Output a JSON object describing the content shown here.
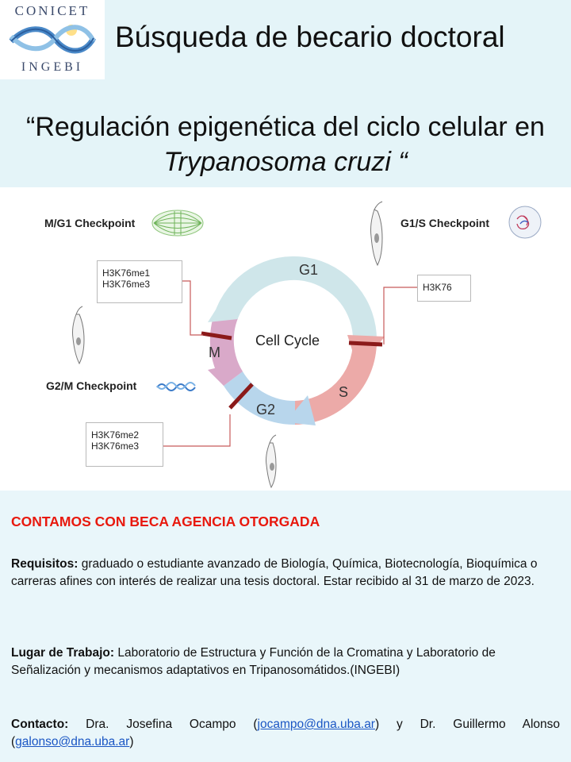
{
  "header": {
    "logo_top": "CONICET",
    "logo_bottom": "INGEBI",
    "title": "Búsqueda de becario doctoral",
    "subtitle_line1": "“Regulación epigenética del ciclo celular en",
    "subtitle_line2": "Trypanosoma cruzi “"
  },
  "figure": {
    "center_label": "Cell Cycle",
    "phases": {
      "g1": "G1",
      "s": "S",
      "g2": "G2",
      "m": "M"
    },
    "checkpoints": {
      "m_g1": "M/G1 Checkpoint",
      "g1_s": "G1/S Checkpoint",
      "g2_m": "G2/M Checkpoint"
    },
    "marks": {
      "m_left_1": "H3K76me1",
      "m_left_2": "H3K76me3",
      "g1_right": "H3K76",
      "g2_left_1": "H3K76me2",
      "g2_left_2": "H3K76me3"
    },
    "colors": {
      "g1": "#cfe6ea",
      "s": "#ecaaa8",
      "g2": "#b8d6ec",
      "m": "#d9a9c9",
      "bar": "#8b1a1a"
    }
  },
  "body": {
    "beca": "CONTAMOS CON BECA AGENCIA OTORGADA",
    "req_label": "Requisitos:",
    "req_text": " graduado o estudiante avanzado de Biología, Química, Biotecnología, Bioquímica o carreras afines con interés de realizar una tesis doctoral. Estar recibido al 31 de marzo de 2023.",
    "lugar_label": "Lugar de Trabajo:",
    "lugar_text": "  Laboratorio de Estructura y Función de la Cromatina y Laboratorio de Señalización y mecanismos adaptativos en Tripanosomátidos.(INGEBI)",
    "contacto_label": "Contacto:",
    "contacto_text1": " Dra. Josefina Ocampo (",
    "email1": "jocampo@dna.uba.ar",
    "contacto_text2": ") y Dr. Guillermo Alonso (",
    "email2": "galonso@dna.uba.ar",
    "contacto_text3": ")"
  }
}
